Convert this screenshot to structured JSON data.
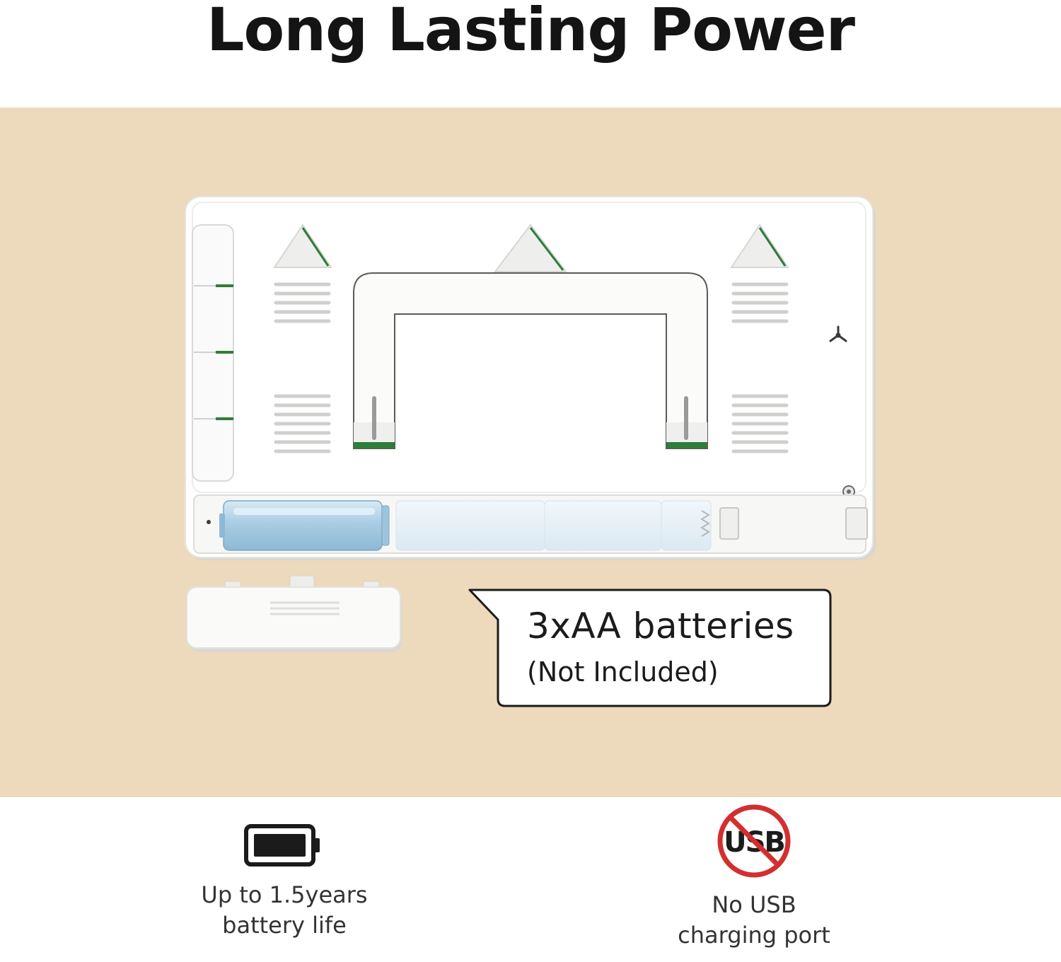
{
  "title": "Long Lasting Power",
  "callout": {
    "main": "3xAA batteries",
    "sub": "(Not Included)"
  },
  "features": [
    {
      "icon": "battery-icon",
      "label": "Up to 1.5years\nbattery life"
    },
    {
      "icon": "no-usb-icon",
      "icon_text": "USB",
      "label": "No USB\ncharging port"
    }
  ],
  "colors": {
    "background_band": "#edd9bb",
    "device": "#ffffff",
    "battery_blue": "#a9cde4",
    "accent_green": "#2f7d3a",
    "prohibit_red": "#d32f2f"
  }
}
